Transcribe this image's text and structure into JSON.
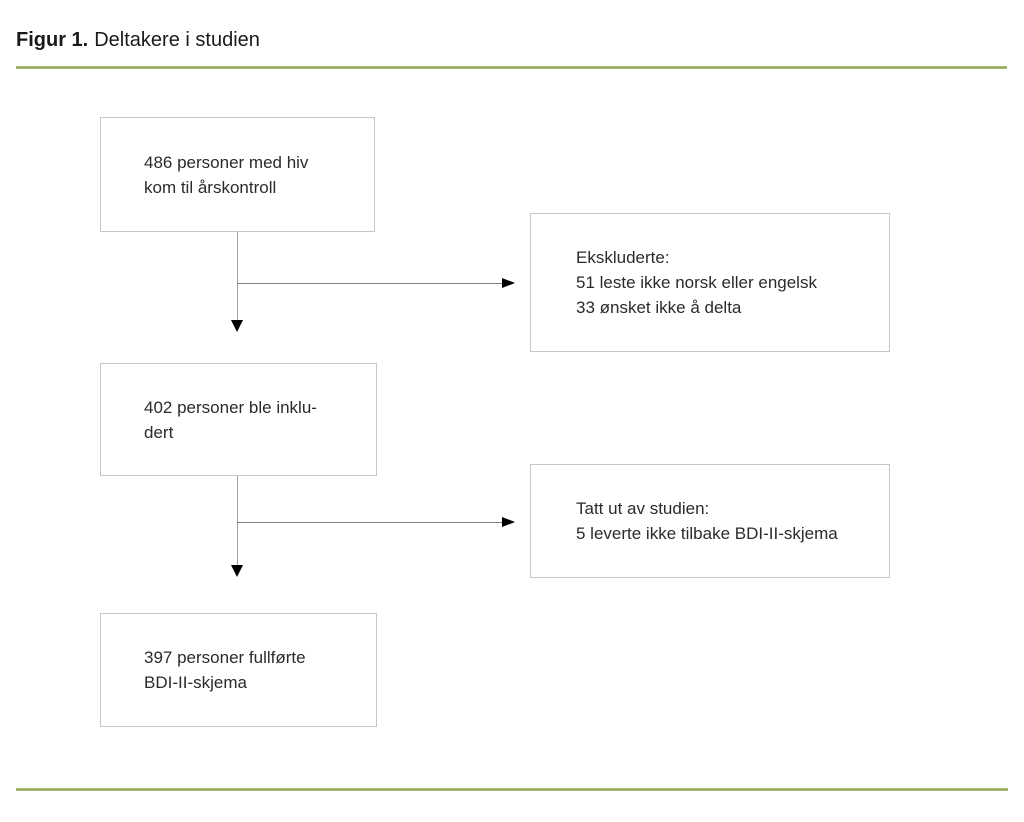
{
  "figure": {
    "title_label": "Figur 1.",
    "title_text": "Deltakere i studien"
  },
  "colors": {
    "accent_green": "#8ea450",
    "box_border": "#c6c6c6",
    "connector_gray": "#7f7f7f",
    "arrow_black": "#000000",
    "text": "#2b2b2b"
  },
  "flowchart": {
    "main_boxes": [
      {
        "lines": [
          "486 personer med hiv",
          "kom til årskontroll"
        ]
      },
      {
        "lines": [
          "402 personer ble inklu-",
          "dert"
        ]
      },
      {
        "lines": [
          "397 personer fullførte",
          "BDI-II-skjema"
        ]
      }
    ],
    "side_boxes": [
      {
        "lines": [
          "Ekskluderte:",
          "51 leste ikke norsk eller engelsk",
          "33 ønsket ikke å delta"
        ]
      },
      {
        "lines": [
          "Tatt ut av studien:",
          "5 leverte ikke tilbake BDI-II-skjema"
        ]
      }
    ]
  }
}
